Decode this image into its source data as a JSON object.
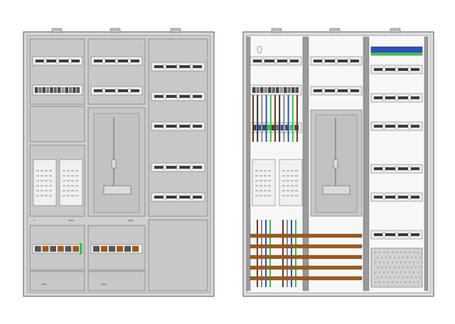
{
  "colors": {
    "cabinet_frame": "#d7d7d7",
    "cabinet_outline": "#555555",
    "cover_fill": "#c8c8c8",
    "rail": "#3a3a3a",
    "rail_light": "#8a8a8a",
    "busbar": "#9c5a1e",
    "wire_green": "#38c24a",
    "wire_blue": "#2f4fc9",
    "terminal_blue": "#2c4fc0",
    "panel_white": "#f2f2f2",
    "vent": "#b9b9b9"
  },
  "diagram": {
    "views": [
      {
        "id": "closed",
        "label": ""
      },
      {
        "id": "open",
        "label": ""
      }
    ],
    "small_labels": {
      "left_mid_1": "4",
      "left_mid_2": "400A",
      "left_mid_3": "400A",
      "left_bottom_1": "400A",
      "left_bottom_2": "400A"
    }
  }
}
